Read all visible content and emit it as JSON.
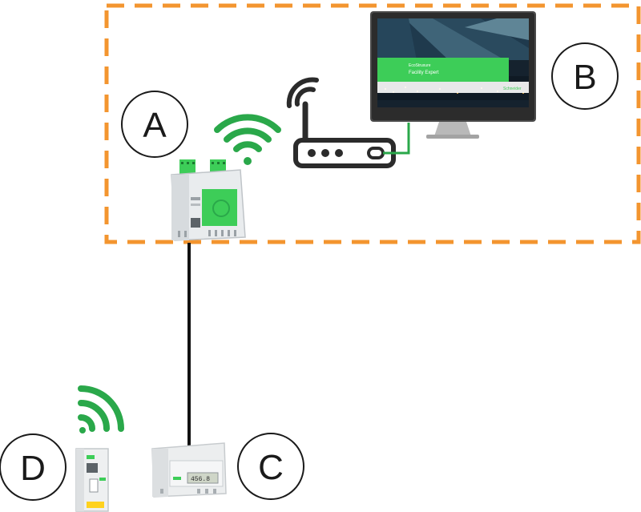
{
  "diagram": {
    "callouts": {
      "a": "A",
      "b": "B",
      "c": "C",
      "d": "D"
    },
    "screen": {
      "brand_line": "EcoStruxure",
      "title_line": "Facility Expert",
      "subtitle_line": "",
      "footer_logo": "Schneider"
    },
    "meter_display": "456.8"
  },
  "colors": {
    "boundary_dashed": "#f3952f",
    "wifi_signal": "#2aa84a",
    "device_green": "#3dcd58",
    "router_outline": "#2b2b2b",
    "cable_black": "#111111",
    "cable_green": "#2aa84a",
    "monitor_frame": "#3a3a3a"
  },
  "icons": [
    "wifi-signal-icon",
    "router-icon",
    "monitor-icon",
    "gateway-device-icon",
    "energy-meter-icon",
    "wireless-breaker-icon"
  ]
}
